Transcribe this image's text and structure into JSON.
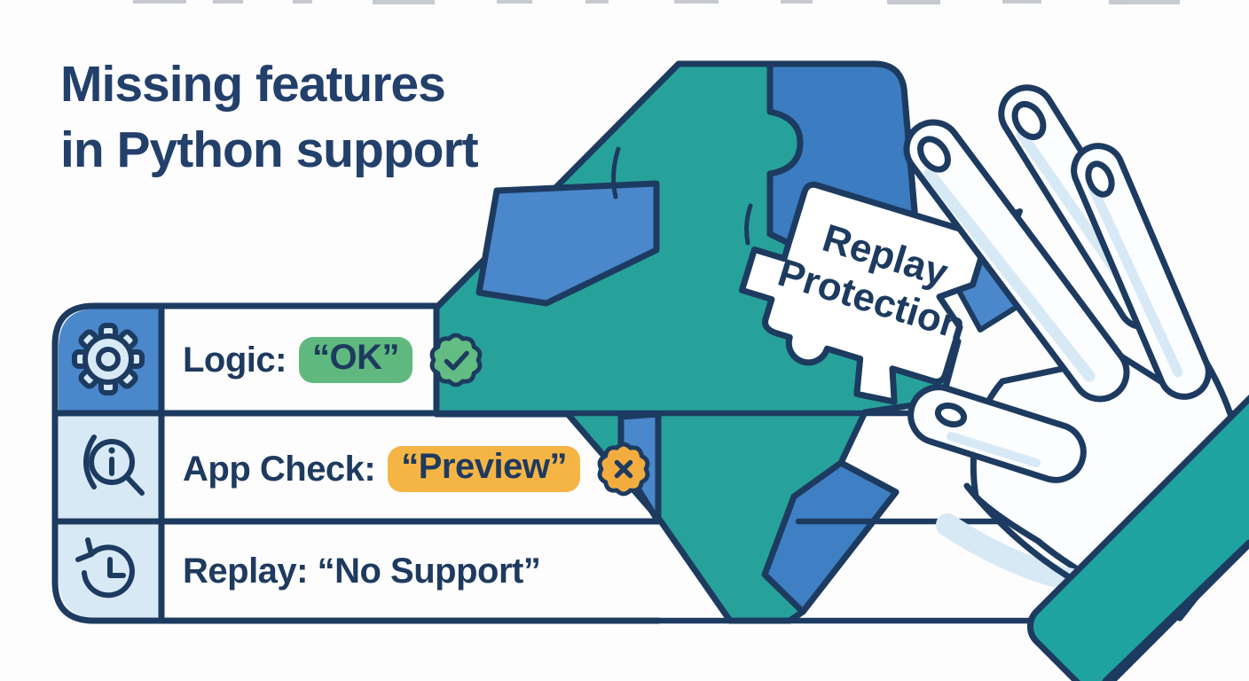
{
  "title": {
    "line1": "Missing features",
    "line2": "in Python support"
  },
  "table": {
    "rows": [
      {
        "icon": "gear-icon",
        "label": "Logic:",
        "status": "“OK”",
        "status_type": "ok",
        "badge": "check-seal"
      },
      {
        "icon": "search-icon",
        "label": "App Check:",
        "status": "“Preview”",
        "status_type": "preview",
        "badge": "cross-seal"
      },
      {
        "icon": "history-icon",
        "label": "Replay: “No Support”",
        "status": "",
        "status_type": "none",
        "badge": "none"
      }
    ]
  },
  "puzzle_piece": {
    "line1": "Replay",
    "line2": "Protection"
  },
  "colors": {
    "navy": "#1d3b60",
    "title_navy": "#23406b",
    "teal": "#27a29b",
    "blue_mid": "#4a87cb",
    "blue_dark": "#3c7cc0",
    "light_blue": "#d8e9f6",
    "green_pill": "#5fb97e",
    "green_badge": "#63bd82",
    "orange_pill": "#f5b545",
    "orange_badge": "#f3ad3f",
    "white": "#ffffff"
  }
}
